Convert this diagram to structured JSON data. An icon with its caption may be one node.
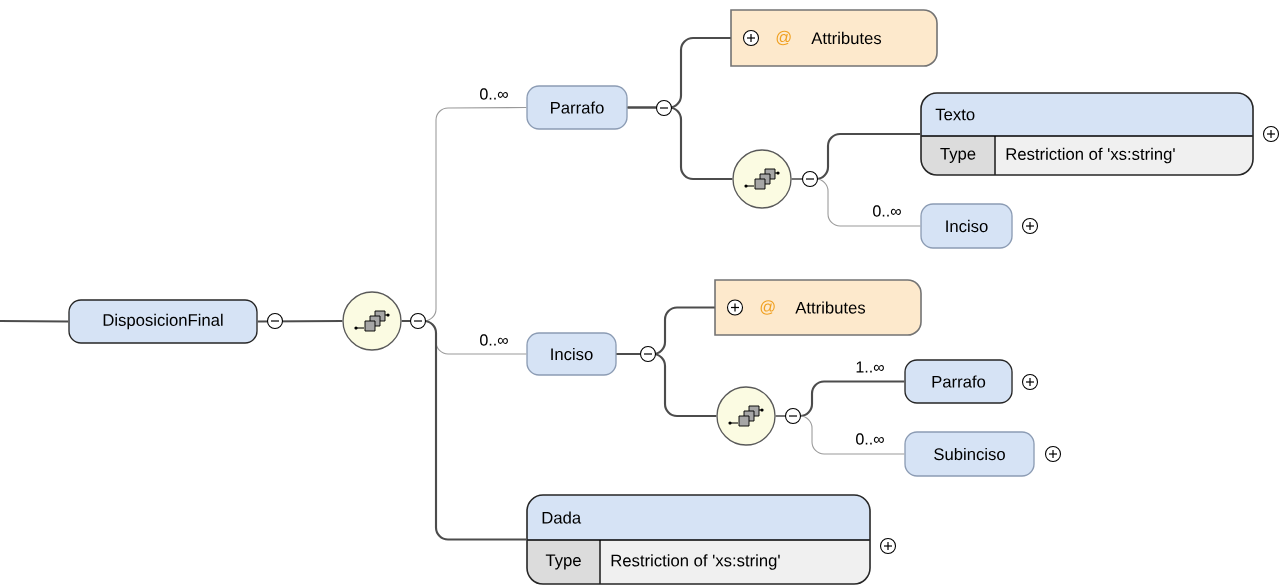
{
  "diagram": {
    "nodes": [
      {
        "text": [
          "DisposicionFinal"
        ]
      },
      {
        "text": [],
        "shape": "circle"
      },
      {
        "text": [
          "Parrafo"
        ]
      },
      {
        "text": [
          "@",
          "Attributes"
        ]
      },
      {
        "text": [],
        "shape": "circle"
      },
      {
        "text": [
          "Texto",
          "Type",
          "Restriction of 'xs:string'"
        ]
      },
      {
        "text": [
          "Inciso"
        ]
      },
      {
        "text": [
          "Inciso"
        ]
      },
      {
        "text": [
          "@",
          "Attributes"
        ]
      },
      {
        "text": [],
        "shape": "circle"
      },
      {
        "text": [
          "Parrafo"
        ]
      },
      {
        "text": [
          "Subinciso"
        ]
      },
      {
        "text": [
          "Dada",
          "Type",
          "Restriction of 'xs:string'"
        ]
      }
    ],
    "edges": [
      {
        "from": null,
        "to": 0,
        "arrow": "none"
      },
      {
        "from": 0,
        "to": 1,
        "arrow": "none"
      },
      {
        "from": 1,
        "to": 2,
        "arrow": "none",
        "label": "0..∞",
        "color": "#9a9a9a"
      },
      {
        "from": 1,
        "to": 7,
        "arrow": "none",
        "label": "0..∞",
        "color": "#9a9a9a"
      },
      {
        "from": 1,
        "to": 12,
        "arrow": "none"
      },
      {
        "from": 2,
        "to": 3,
        "arrow": "none"
      },
      {
        "from": 2,
        "to": 4,
        "arrow": "none"
      },
      {
        "from": 4,
        "to": 5,
        "arrow": "none"
      },
      {
        "from": 4,
        "to": 6,
        "arrow": "none",
        "label": "0..∞",
        "color": "#9a9a9a"
      },
      {
        "from": 7,
        "to": 8,
        "arrow": "none"
      },
      {
        "from": 7,
        "to": 9,
        "arrow": "none"
      },
      {
        "from": 9,
        "to": 10,
        "arrow": "none",
        "label": "1..∞"
      },
      {
        "from": 9,
        "to": 11,
        "arrow": "none",
        "label": "0..∞",
        "color": "#9a9a9a"
      }
    ]
  }
}
